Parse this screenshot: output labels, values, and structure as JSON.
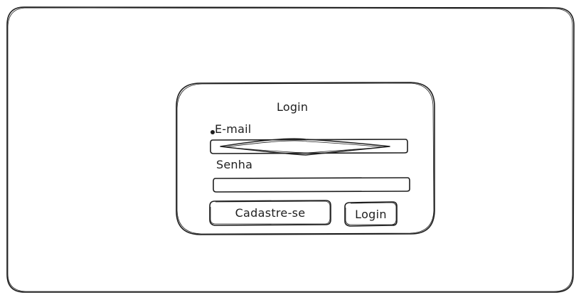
{
  "login_form": {
    "title": "Login",
    "email_label": "E-mail",
    "email_value": "",
    "password_label": "Senha",
    "password_value": "",
    "register_button_label": "Cadastre-se",
    "login_button_label": "Login"
  },
  "colors": {
    "stroke": "#1e1e1e",
    "background": "#ffffff"
  }
}
